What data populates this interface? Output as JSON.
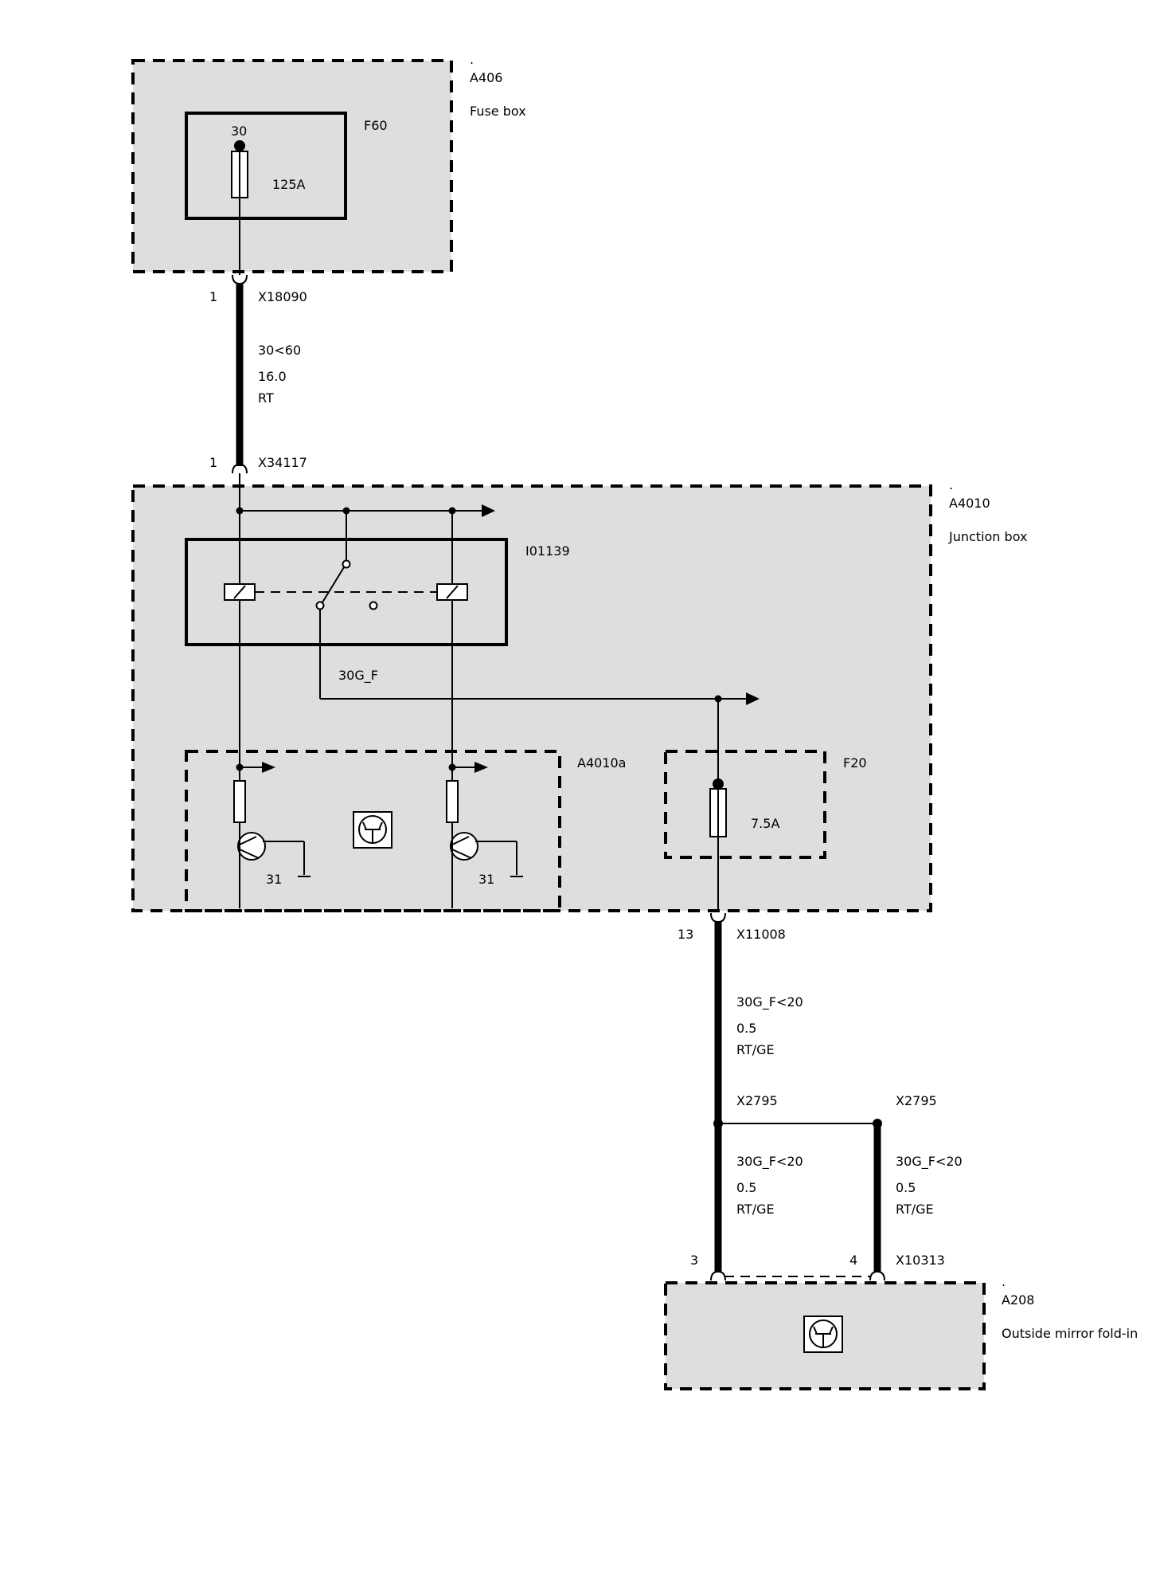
{
  "modules": {
    "a406": {
      "dot": ".",
      "id": "A406",
      "name": "Fuse box"
    },
    "a4010": {
      "dot": ".",
      "id": "A4010",
      "name": "Junction box"
    },
    "a208": {
      "dot": ".",
      "id": "A208",
      "name": "Outside mirror fold-in"
    }
  },
  "components": {
    "f60": {
      "id": "F60",
      "terminal": "30",
      "rating": "125A"
    },
    "i01139": {
      "id": "I01139"
    },
    "a4010a": {
      "id": "A4010a",
      "ground_left": "31",
      "ground_right": "31"
    },
    "f20": {
      "id": "F20",
      "rating": "7.5A"
    },
    "signal_30gf": "30G_F"
  },
  "connectors": {
    "x18090": {
      "id": "X18090",
      "pin": "1"
    },
    "x34117": {
      "id": "X34117",
      "pin": "1"
    },
    "x11008": {
      "id": "X11008",
      "pin": "13"
    },
    "x2795_left": {
      "id": "X2795"
    },
    "x2795_right": {
      "id": "X2795"
    },
    "x10313": {
      "id": "X10313",
      "pin_left": "3",
      "pin_right": "4"
    }
  },
  "wires": {
    "w1": {
      "signal": "30<60",
      "size": "16.0",
      "color": "RT"
    },
    "w2": {
      "signal": "30G_F<20",
      "size": "0.5",
      "color": "RT/GE"
    },
    "w3": {
      "signal": "30G_F<20",
      "size": "0.5",
      "color": "RT/GE"
    },
    "w4": {
      "signal": "30G_F<20",
      "size": "0.5",
      "color": "RT/GE"
    }
  }
}
